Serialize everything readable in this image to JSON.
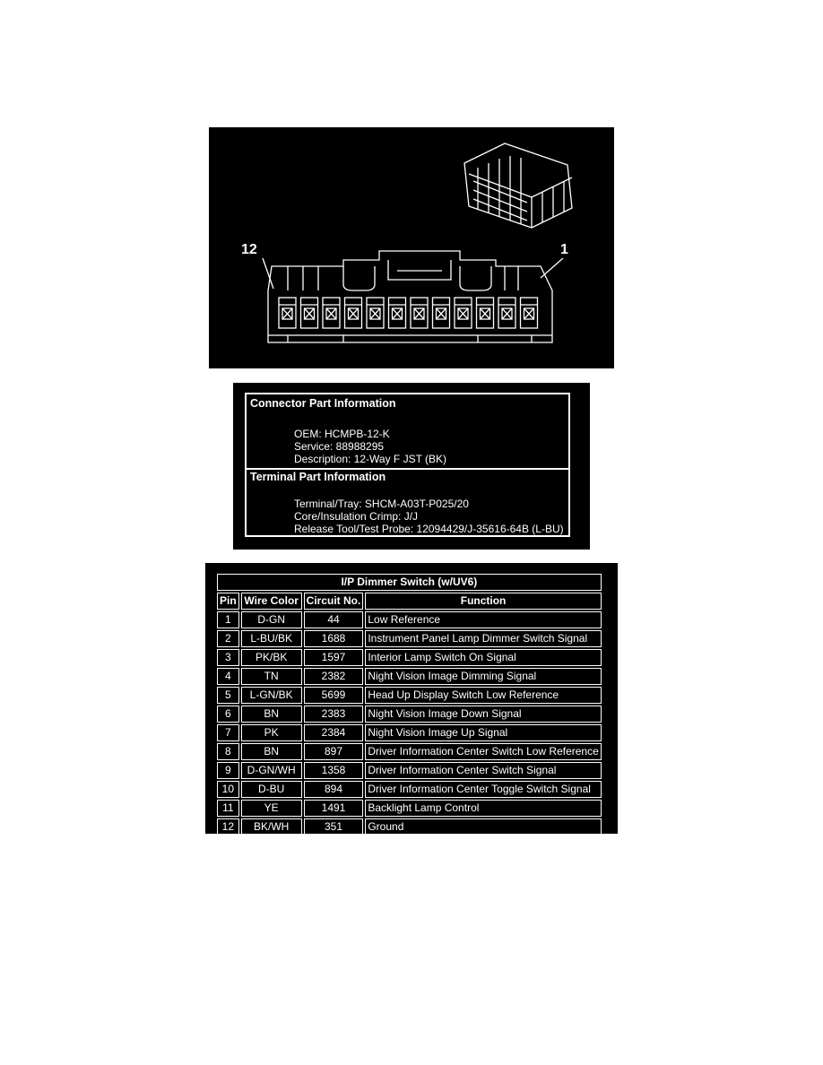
{
  "connector": {
    "label_left": "12",
    "label_right": "1"
  },
  "connector_info": {
    "heading": "Connector Part Information",
    "lines": [
      "OEM: HCMPB-12-K",
      "Service: 88988295",
      "Description: 12-Way F JST (BK)"
    ]
  },
  "terminal_info": {
    "heading": "Terminal Part Information",
    "lines": [
      "Terminal/Tray: SHCM-A03T-P025/20",
      "Core/Insulation Crimp: J/J",
      "Release Tool/Test Probe: 12094429/J-35616-64B (L-BU)"
    ]
  },
  "pin_table": {
    "title": "I/P Dimmer Switch (w/UV6)",
    "headers": [
      "Pin",
      "Wire Color",
      "Circuit No.",
      "Function"
    ],
    "rows": [
      [
        "1",
        "D-GN",
        "44",
        "Low Reference"
      ],
      [
        "2",
        "L-BU/BK",
        "1688",
        "Instrument Panel Lamp Dimmer Switch Signal"
      ],
      [
        "3",
        "PK/BK",
        "1597",
        "Interior Lamp Switch On Signal"
      ],
      [
        "4",
        "TN",
        "2382",
        "Night Vision Image Dimming Signal"
      ],
      [
        "5",
        "L-GN/BK",
        "5699",
        "Head Up Display Switch Low Reference"
      ],
      [
        "6",
        "BN",
        "2383",
        "Night Vision Image Down Signal"
      ],
      [
        "7",
        "PK",
        "2384",
        "Night Vision Image Up Signal"
      ],
      [
        "8",
        "BN",
        "897",
        "Driver Information Center Switch Low Reference"
      ],
      [
        "9",
        "D-GN/WH",
        "1358",
        "Driver Information Center Switch Signal"
      ],
      [
        "10",
        "D-BU",
        "894",
        "Driver Information Center Toggle Switch Signal"
      ],
      [
        "11",
        "YE",
        "1491",
        "Backlight Lamp Control"
      ],
      [
        "12",
        "BK/WH",
        "351",
        "Ground"
      ]
    ]
  }
}
